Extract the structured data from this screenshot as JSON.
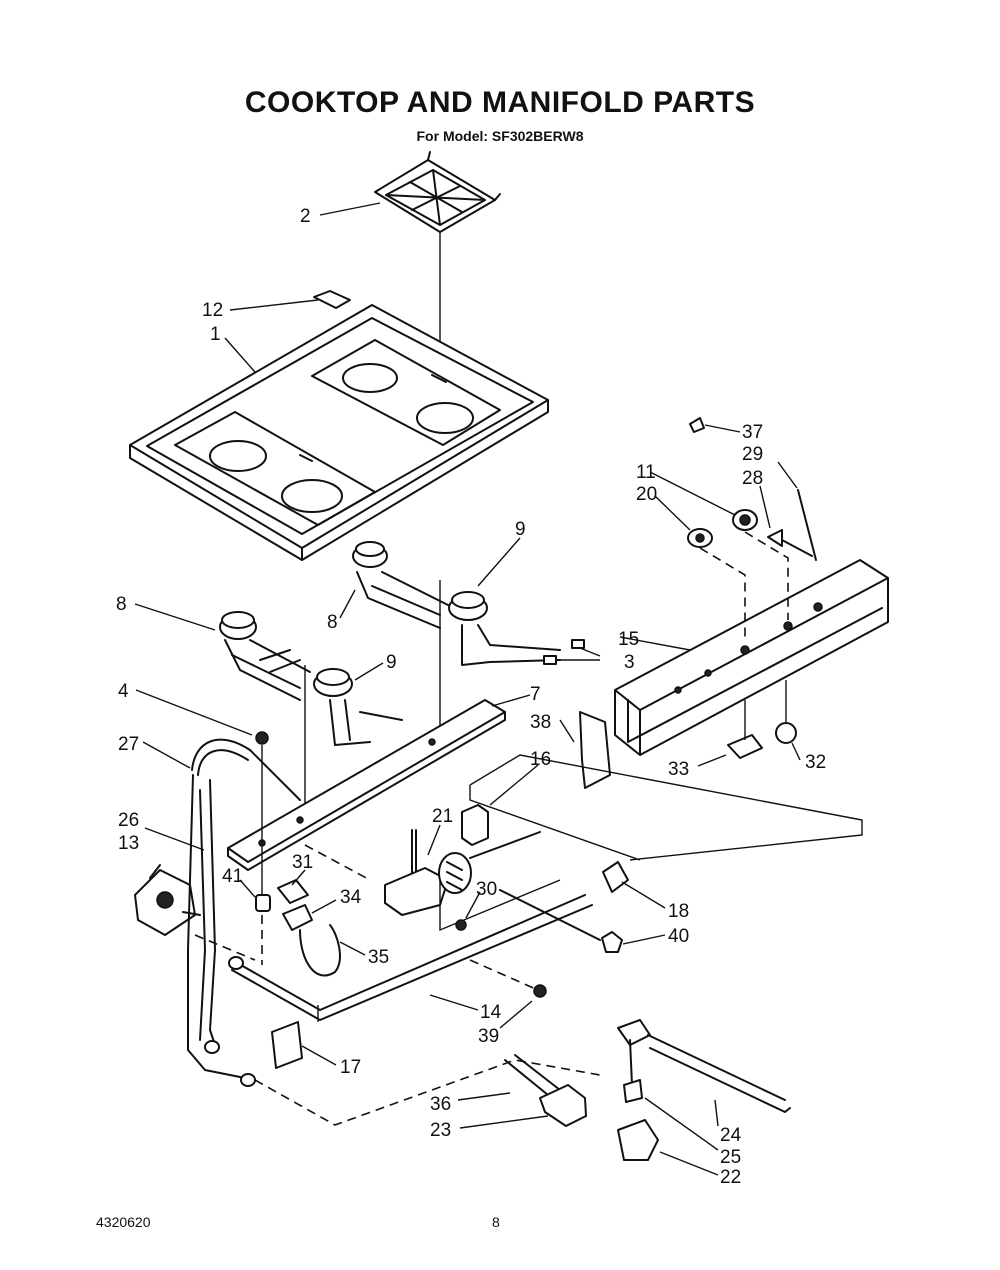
{
  "header": {
    "title": "COOKTOP AND MANIFOLD PARTS",
    "subtitle": "For Model: SF302BERW8"
  },
  "footer": {
    "doc_number": "4320620",
    "page_number": "8"
  },
  "labels": {
    "p1": "1",
    "p2": "2",
    "p3": "3",
    "p4": "4",
    "p7": "7",
    "p8a": "8",
    "p8b": "8",
    "p9a": "9",
    "p9b": "9",
    "p11": "11",
    "p12": "12",
    "p13": "13",
    "p14": "14",
    "p15": "15",
    "p16": "16",
    "p17": "17",
    "p18": "18",
    "p20": "20",
    "p21": "21",
    "p22": "22",
    "p23": "23",
    "p24": "24",
    "p25": "25",
    "p26": "26",
    "p27": "27",
    "p28": "28",
    "p29": "29",
    "p30": "30",
    "p31": "31",
    "p32": "32",
    "p33": "33",
    "p34": "34",
    "p35": "35",
    "p36": "36",
    "p37": "37",
    "p38": "38",
    "p39": "39",
    "p40": "40",
    "p41": "41"
  }
}
